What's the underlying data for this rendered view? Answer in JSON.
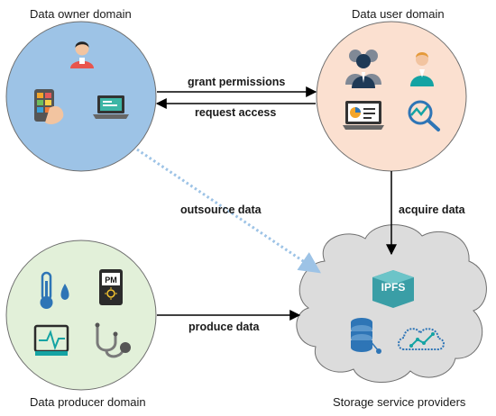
{
  "domains": {
    "owner": {
      "title": "Data owner domain"
    },
    "user": {
      "title": "Data user domain"
    },
    "producer": {
      "title": "Data producer domain"
    },
    "storage": {
      "title": "Storage service providers",
      "badge": "IPFS"
    }
  },
  "edges": {
    "grant": {
      "label": "grant permissions"
    },
    "request": {
      "label": "request access"
    },
    "outsource": {
      "label": "outsource data"
    },
    "acquire": {
      "label": "acquire data"
    },
    "produce": {
      "label": "produce data"
    }
  },
  "icons": {
    "pm_sensor_text": "PM"
  },
  "colors": {
    "owner_fill": "#9dc3e6",
    "user_fill": "#fbe0d0",
    "producer_fill": "#e2f0d9",
    "cloud_fill": "#dcdcdc",
    "ipfs_badge": "#3a9ea6",
    "outsource_arrow": "#9dc3e6",
    "icon_blue": "#2e75b6",
    "icon_teal": "#14a3a3"
  }
}
